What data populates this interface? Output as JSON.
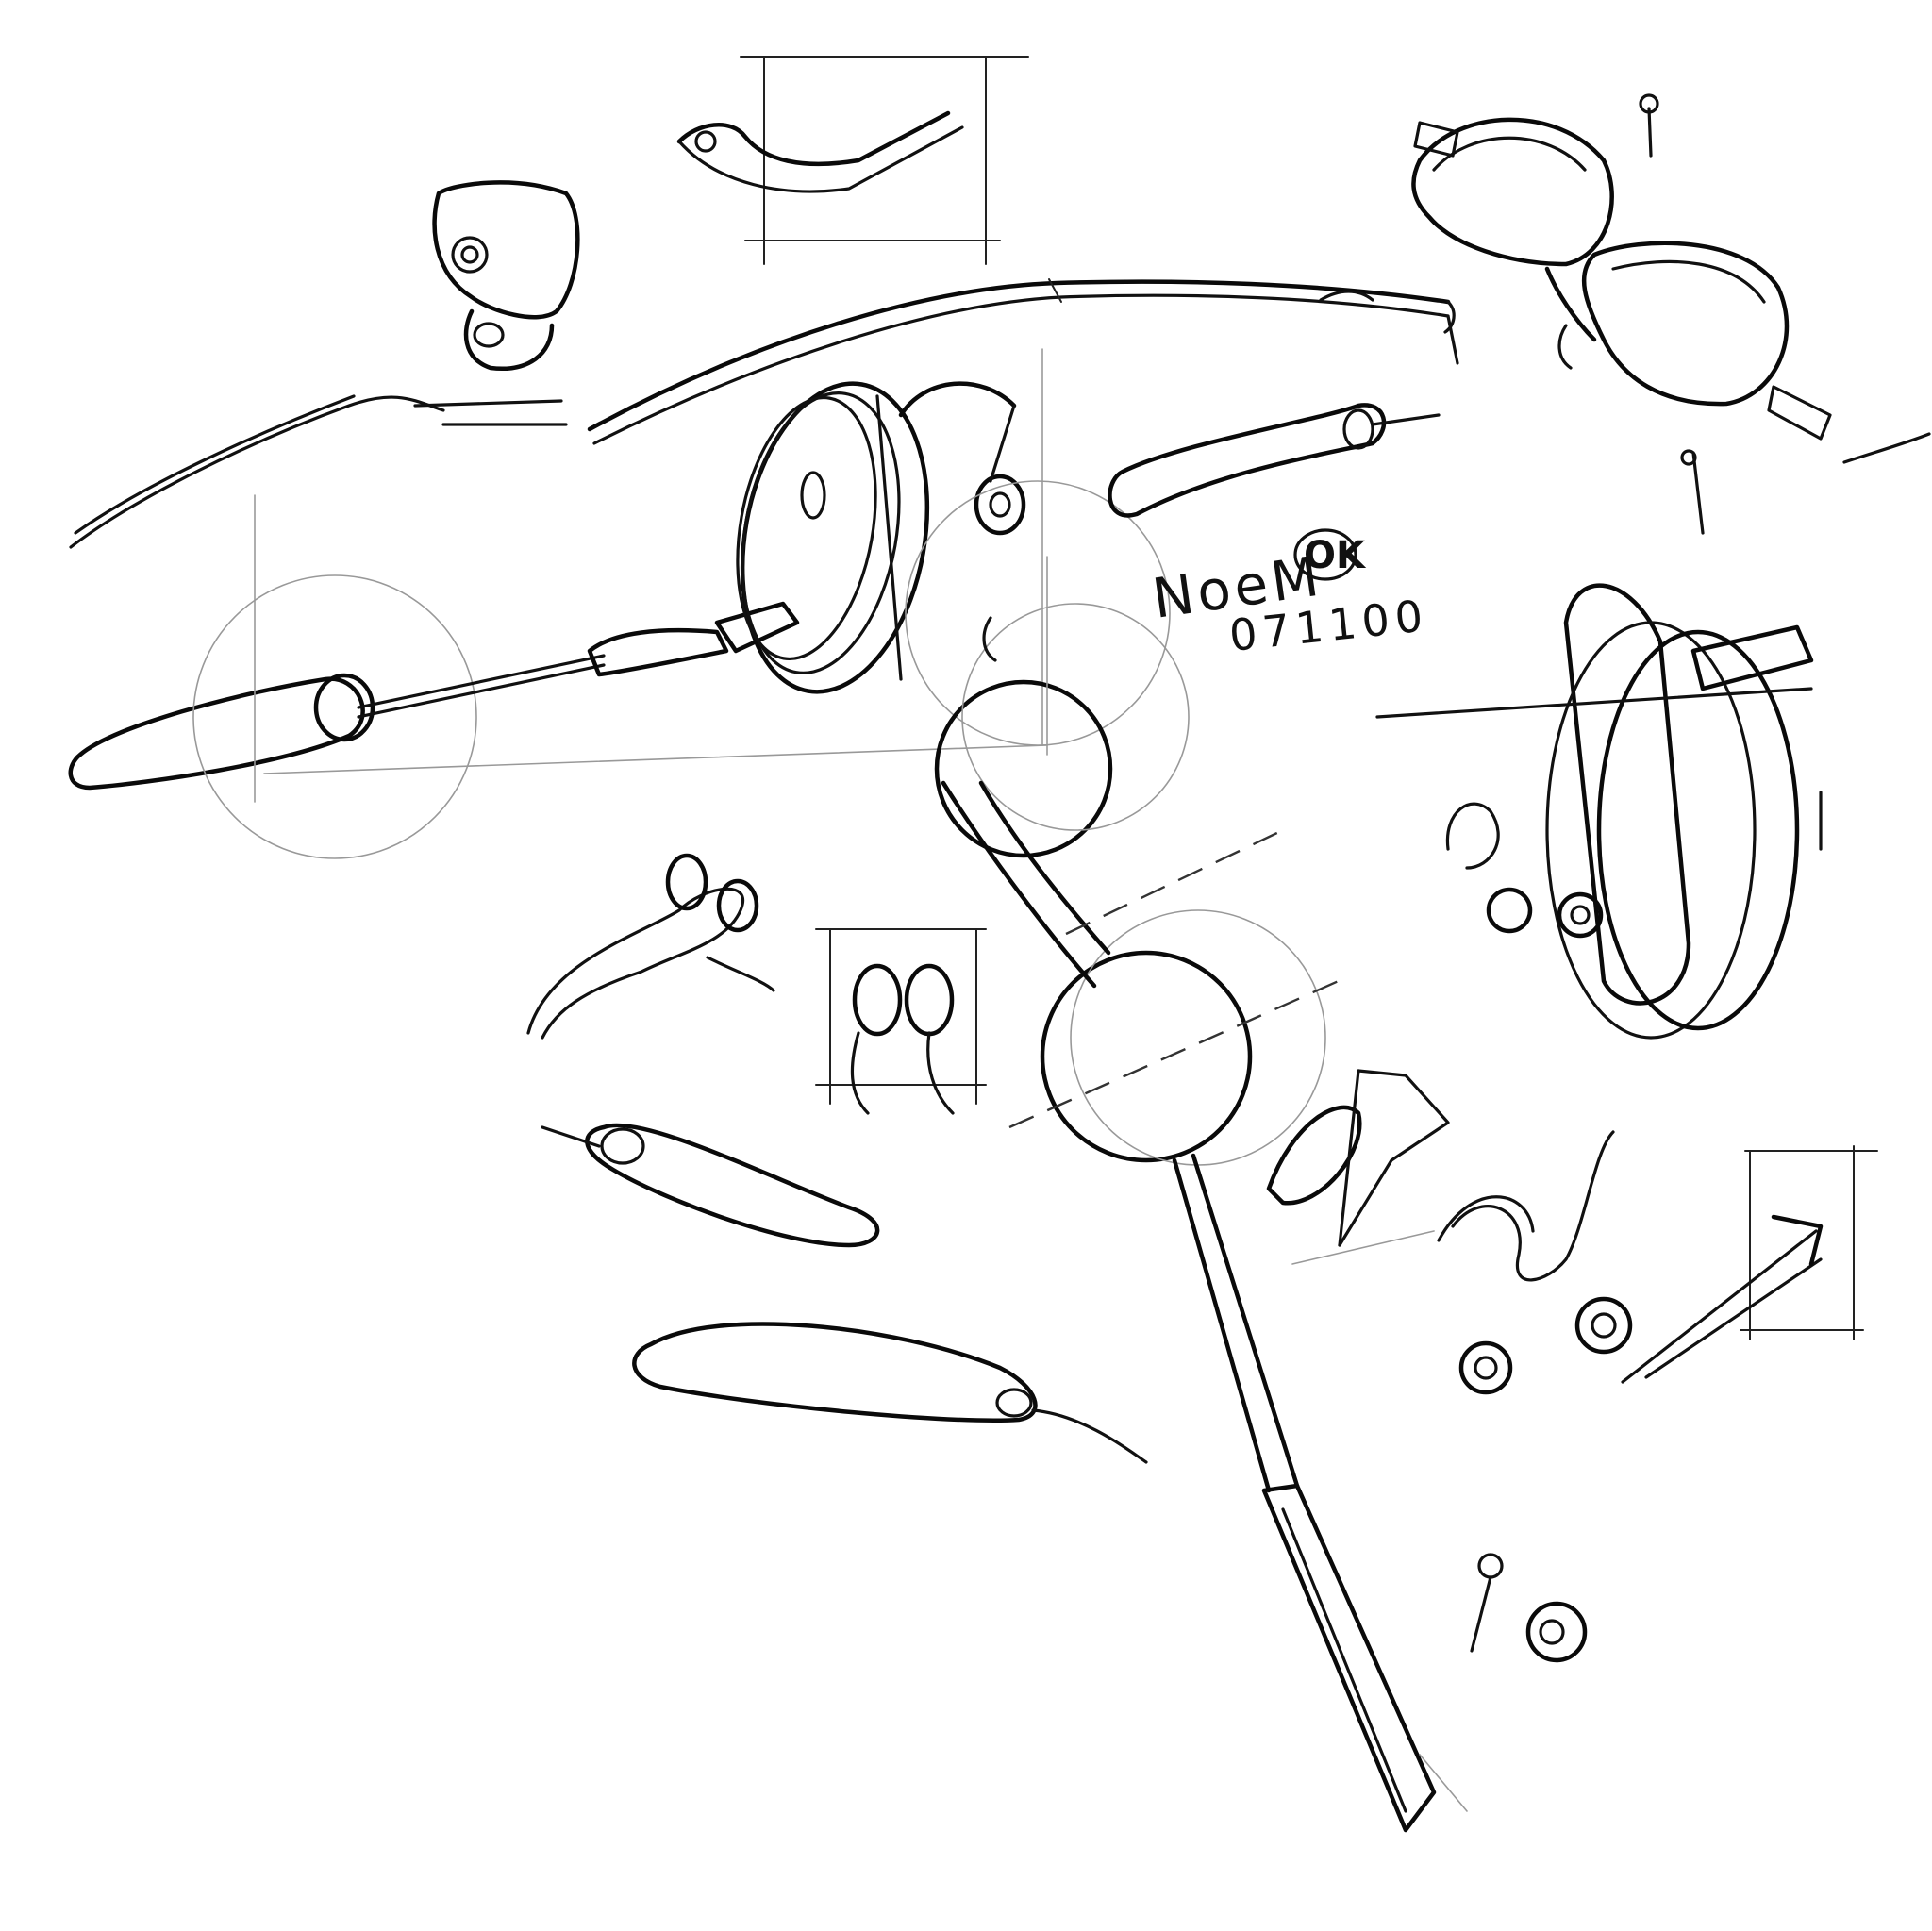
{
  "annotation": {
    "name": "NoeM",
    "approval": "OK",
    "date": "071100"
  },
  "colors": {
    "paper": "#ffffff",
    "ink": "#111111",
    "construction": "#999999"
  }
}
